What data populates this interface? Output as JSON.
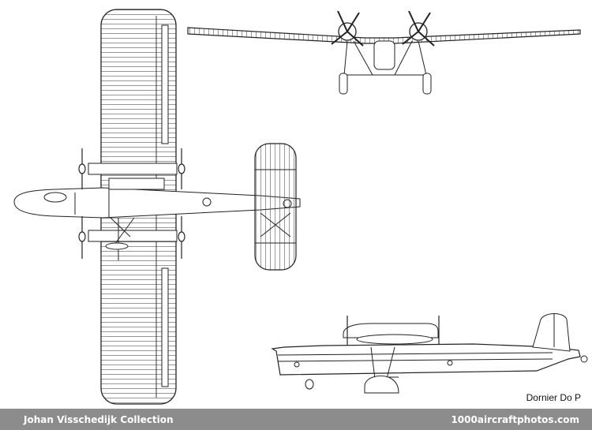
{
  "caption": "Dornier Do P",
  "footer": {
    "left": "Johan Visschedijk Collection",
    "right": "1000aircraftphotos.com"
  },
  "colors": {
    "line": "#222222",
    "footer_bg": "#8c8c8c",
    "footer_text": "#ffffff"
  }
}
